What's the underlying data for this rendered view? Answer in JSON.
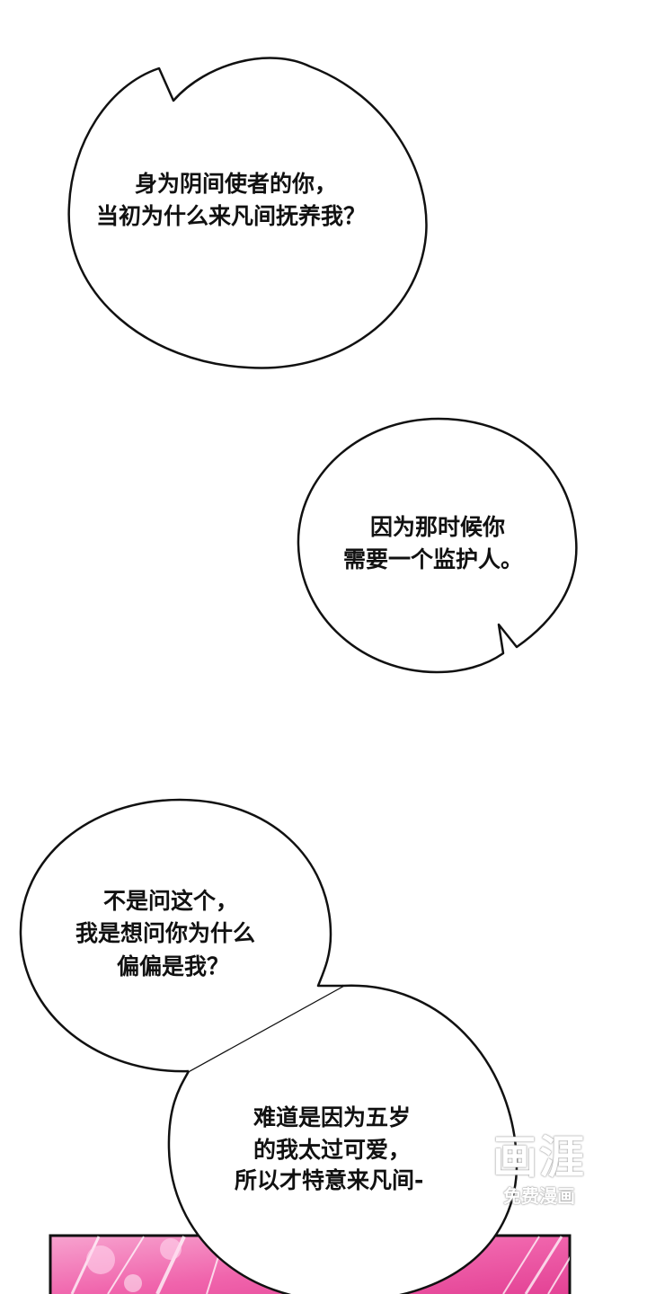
{
  "panel": {
    "bubbles": [
      {
        "id": "bubble-1",
        "lines": [
          "身为阴间使者的你，",
          "当初为什么来凡间抚养我？"
        ]
      },
      {
        "id": "bubble-2",
        "lines": [
          "因为那时候你",
          "需要一个监护人。"
        ]
      },
      {
        "id": "bubble-3",
        "lines": [
          "不是问这个，",
          "我是想问你为什么",
          "偏偏是我？"
        ]
      },
      {
        "id": "bubble-4",
        "lines": [
          "难道是因为五岁",
          "的我太过可爱，",
          "所以才特意来凡间-"
        ]
      }
    ],
    "watermark": {
      "logo": "画涯",
      "subtitle": "免费漫画"
    },
    "colors": {
      "background": "#ffffff",
      "outline": "#111111",
      "art_pink": "#f060a8"
    }
  }
}
